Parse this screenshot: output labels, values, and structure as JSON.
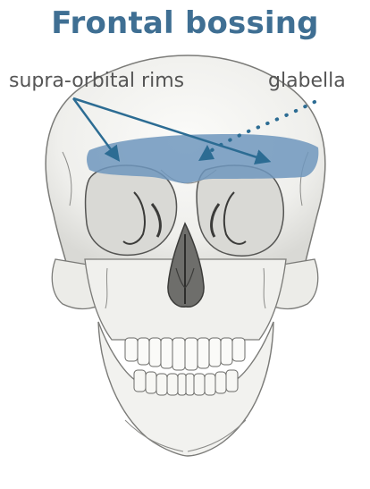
{
  "title": "Frontal bossing",
  "labels": {
    "supra_orbital_rims": "supra-orbital rims",
    "glabella": "glabella"
  },
  "colors": {
    "title": "#3f6f93",
    "highlight": "#6f97bd",
    "arrow": "#2c6c93",
    "label": "#555555",
    "bone_fill": "#f1f1ee",
    "bone_line": "#7b7b78",
    "dark": "#3b3b39"
  },
  "icons": [
    "skull-illustration",
    "arrow-icon",
    "dotted-arrow-icon"
  ]
}
